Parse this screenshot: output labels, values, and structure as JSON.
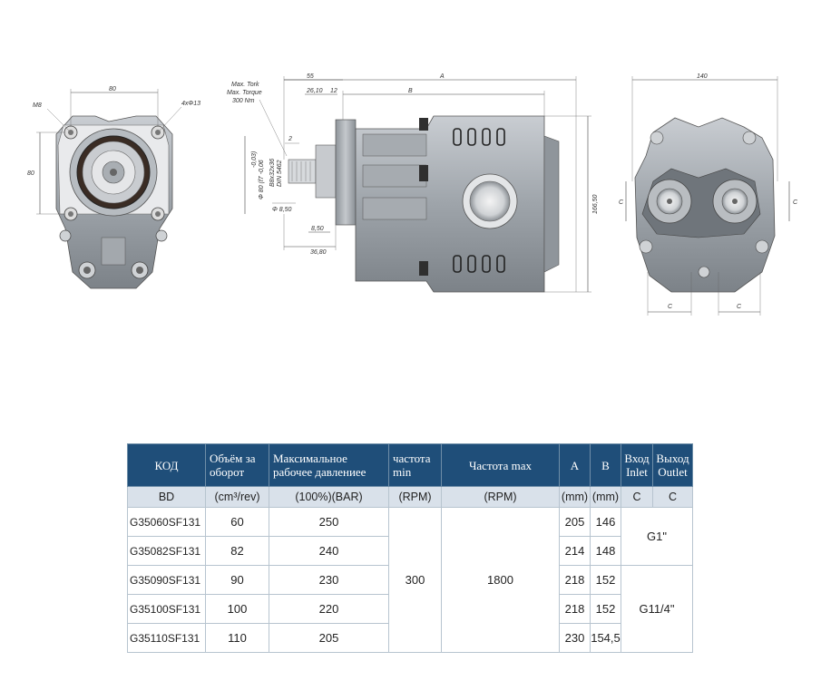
{
  "drawing": {
    "front": {
      "dim_width": "80",
      "dim_height": "80",
      "label_bolt": "M8",
      "label_holes": "4xΦ13"
    },
    "side": {
      "torque_line1": "Max. Tork",
      "torque_line2": "Max. Torque",
      "torque_line3": "300 Nm",
      "dim_55": "55",
      "dim_a": "A",
      "dim_b": "B",
      "dim_2610": "26,10",
      "dim_12": "12",
      "dim_2": "2",
      "dim_shaft1": "Φ 80 (f7 -0,06",
      "dim_shaft2": "-0,03)",
      "dim_spline": "B8x32x36",
      "dim_din": "DIN 5462",
      "dim_850a": "Φ 8,50",
      "dim_850b": "8,50",
      "dim_3680": "36,80",
      "dim_16650": "166,50"
    },
    "back": {
      "dim_140": "140",
      "dim_c1": "C",
      "dim_c2": "C",
      "dim_c3": "C",
      "dim_c4": "C"
    }
  },
  "table": {
    "headers": {
      "code": "КОД",
      "volume": "Объём за оборот",
      "pressure": "Максимальное рабочее давлениее",
      "freq_min": "частота min",
      "freq_max": "Частота max",
      "a": "A",
      "b": "B",
      "inlet": "Вход Inlet",
      "outlet": "Выход Outlet"
    },
    "units": {
      "code": "BD",
      "volume": "(cm³/rev)",
      "pressure": "(100%)(BAR)",
      "freq_min": "(RPM)",
      "freq_max": "(RPM)",
      "a": "(mm)",
      "b": "(mm)",
      "inlet": "C",
      "outlet": "C"
    },
    "rows": [
      {
        "code": "G35060SF131",
        "volume": "60",
        "pressure": "250",
        "a": "205",
        "b": "146"
      },
      {
        "code": "G35082SF131",
        "volume": "82",
        "pressure": "240",
        "a": "214",
        "b": "148"
      },
      {
        "code": "G35090SF131",
        "volume": "90",
        "pressure": "230",
        "a": "218",
        "b": "152"
      },
      {
        "code": "G35100SF131",
        "volume": "100",
        "pressure": "220",
        "a": "218",
        "b": "152"
      },
      {
        "code": "G35110SF131",
        "volume": "110",
        "pressure": "205",
        "a": "230",
        "b": "154,5"
      }
    ],
    "freq_min_value": "300",
    "freq_max_value": "1800",
    "thread_small": "G1\"",
    "thread_large": "G11/4\""
  }
}
